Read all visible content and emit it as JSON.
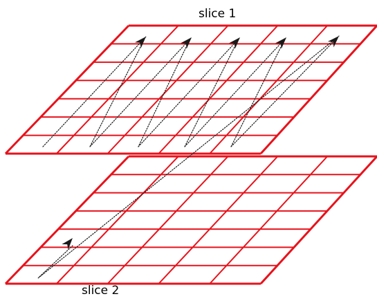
{
  "labels": {
    "slice_1": "slice 1",
    "slice_2": "slice 2"
  },
  "grid": {
    "columns": 5,
    "rows": 7,
    "line_color": "#e8121b"
  },
  "scan_path": {
    "line_color": "#1a1a1a",
    "arrow_color": "#1a1a1a",
    "style": "dotted"
  }
}
